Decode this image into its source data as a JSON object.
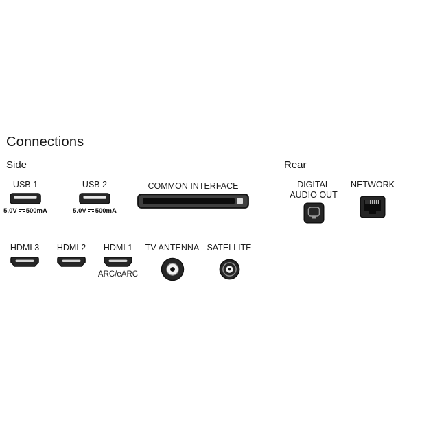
{
  "title": "Connections",
  "side": {
    "heading": "Side",
    "usb1": {
      "label": "USB 1",
      "spec_voltage": "5.0V",
      "spec_current": "500mA"
    },
    "usb2": {
      "label": "USB 2",
      "spec_voltage": "5.0V",
      "spec_current": "500mA"
    },
    "common_interface": {
      "label": "COMMON INTERFACE"
    },
    "hdmi3": {
      "label": "HDMI 3"
    },
    "hdmi2": {
      "label": "HDMI 2"
    },
    "hdmi1": {
      "label": "HDMI 1",
      "sublabel": "ARC/eARC"
    },
    "tv_antenna": {
      "label": "TV ANTENNA"
    },
    "satellite": {
      "label": "SATELLITE"
    }
  },
  "rear": {
    "heading": "Rear",
    "digital_audio_out": {
      "label_line1": "DIGITAL",
      "label_line2": "AUDIO OUT"
    },
    "network": {
      "label": "NETWORK"
    }
  },
  "colors": {
    "background": "#ffffff",
    "text": "#1c1c1c",
    "icon_fill": "#262626",
    "icon_stroke": "#0f0f0f",
    "icon_slot": "#e9e9e9",
    "divider": "#141414"
  }
}
